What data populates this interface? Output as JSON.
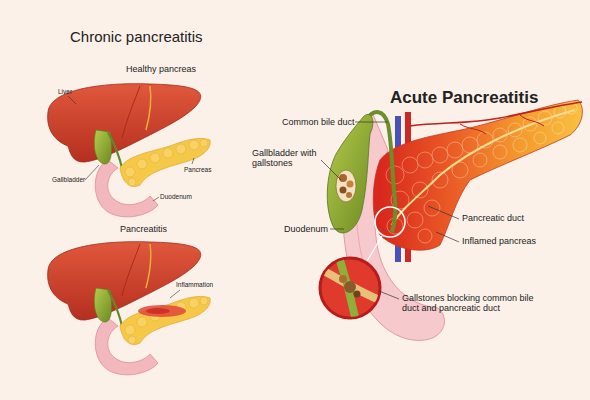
{
  "diagram": {
    "title": "Chronic pancreatitis",
    "labels": [
      "Healthy pancreas",
      "Liver",
      "Pancreas",
      "Gallbladder",
      "Duodenum",
      "Pancreatitis",
      "Inflammation",
      "Acute Pancreatitis",
      "Common bile duct",
      "Gallbladder with gallstones",
      "Duodenum",
      "Pancreatic duct",
      "Inflamed pancreas",
      "Gallstones blocking common bile duct and pancreatic duct"
    ]
  }
}
